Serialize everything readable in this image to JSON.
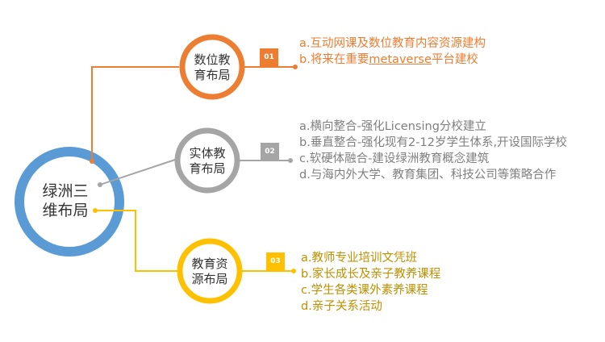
{
  "colors": {
    "blue": "#5B9BD5",
    "orange": "#ED7D31",
    "gray": "#A5A5A5",
    "yellow": "#FFC000",
    "gray_text": "#7F7F7F",
    "yellow_text": "#BF9000"
  },
  "center": {
    "line1": "绿洲三",
    "line2": "维布局"
  },
  "branches": [
    {
      "line1": "数位教",
      "line2": "育布局",
      "badge": "01",
      "items": [
        "a.互动网课及数位教育内容资源建构"
      ],
      "item_b_prefix": "b.将来在重要",
      "item_b_link": "metaverse",
      "item_b_suffix": "平台建校"
    },
    {
      "line1": "实体教",
      "line2": "育布局",
      "badge": "02",
      "items": [
        "a.横向整合-强化Licensing分校建立",
        "b.垂直整合-强化现有2-12岁学生体系,开设国际学校",
        "c.软硬体融合-建设绿洲教育概念建筑",
        "d.与海内外大学、教育集团、科技公司等策略合作"
      ]
    },
    {
      "line1": "教育资",
      "line2": "源布局",
      "badge": "03",
      "items": [
        "a.教师专业培训文凭班",
        "b.家长成长及亲子教养课程",
        "c.学生各类课外素养课程",
        "d.亲子关系活动"
      ]
    }
  ]
}
